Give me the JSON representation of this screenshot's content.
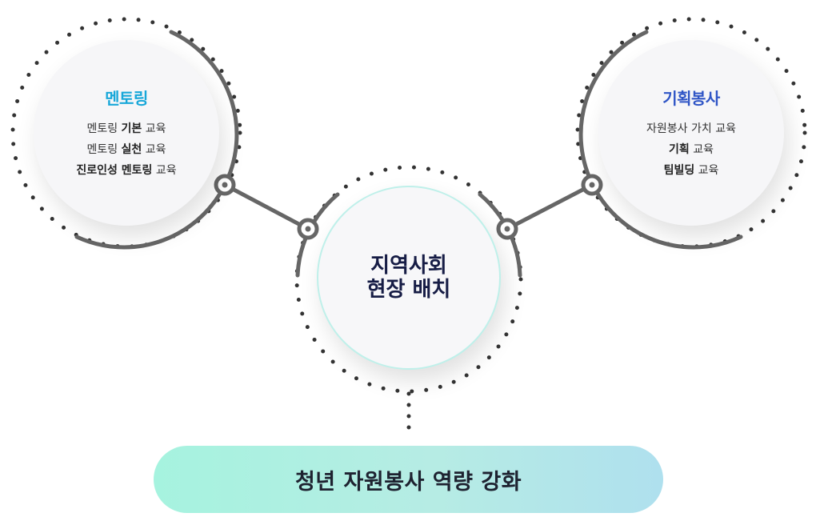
{
  "left_node": {
    "title": "멘토링",
    "items": [
      {
        "pre": "멘토링 ",
        "bold": "기본",
        "post": " 교육"
      },
      {
        "pre": "멘토링 ",
        "bold": "실천",
        "post": " 교육"
      },
      {
        "pre": "",
        "bold": "진로인성 멘토링",
        "post": " 교육"
      }
    ]
  },
  "right_node": {
    "title": "기획봉사",
    "items": [
      {
        "pre": "자원봉사 가치 교육",
        "bold": "",
        "post": ""
      },
      {
        "pre": "",
        "bold": "기획",
        "post": " 교육"
      },
      {
        "pre": "",
        "bold": "팀빌딩",
        "post": " 교육"
      }
    ]
  },
  "center_node": {
    "line1": "지역사회",
    "line2": "현장 배치"
  },
  "goal": {
    "label": "청년 자원봉사 역량 강화"
  },
  "colors": {
    "left_title": "#18a7d9",
    "right_title": "#2f55c6",
    "center_title": "#161c45",
    "connector": "#666666",
    "dots": "#333333",
    "goal_gradient": [
      "#a6f3df",
      "#afe0ee"
    ]
  }
}
